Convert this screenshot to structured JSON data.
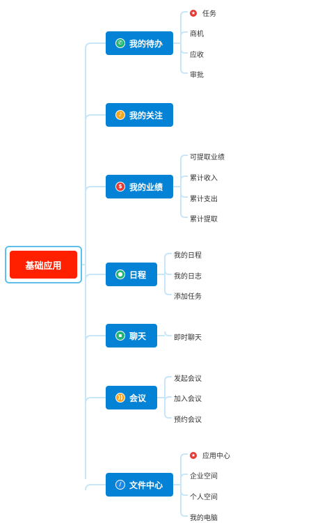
{
  "root": {
    "label": "基础应用",
    "color": "#ff2000"
  },
  "branches": [
    {
      "label": "我的待办",
      "icon": "phone-icon",
      "icon_color": "#22b573",
      "leaves": [
        {
          "label": "任务",
          "starred": true
        },
        {
          "label": "商机"
        },
        {
          "label": "应收"
        },
        {
          "label": "审批"
        }
      ]
    },
    {
      "label": "我的关注",
      "icon": "bell-icon",
      "icon_color": "#f5a623",
      "leaves": []
    },
    {
      "label": "我的业绩",
      "icon": "dollar-icon",
      "icon_color": "#e53935",
      "leaves": [
        {
          "label": "可提取业绩"
        },
        {
          "label": "累计收入"
        },
        {
          "label": "累计支出"
        },
        {
          "label": "累计提取"
        }
      ]
    },
    {
      "label": "日程",
      "icon": "users-icon",
      "icon_color": "#22b573",
      "leaves": [
        {
          "label": "我的日程"
        },
        {
          "label": "我的日志"
        },
        {
          "label": "添加任务"
        }
      ]
    },
    {
      "label": "聊天",
      "icon": "chat-icon",
      "icon_color": "#22b573",
      "leaves": [
        {
          "label": "即时聊天"
        }
      ]
    },
    {
      "label": "会议",
      "icon": "rss-icon",
      "icon_color": "#f5a623",
      "leaves": [
        {
          "label": "发起会议"
        },
        {
          "label": "加入会议"
        },
        {
          "label": "预约会议"
        }
      ]
    },
    {
      "label": "文件中心",
      "icon": "pen-icon",
      "icon_color": "#1e88e5",
      "leaves": [
        {
          "label": "应用中心",
          "starred": true
        },
        {
          "label": "企业空间"
        },
        {
          "label": "个人空间"
        },
        {
          "label": "我的电脑"
        }
      ]
    }
  ],
  "connector_color": "#c9e6f7",
  "branch_color": "#0483d6",
  "star_color": "#e53935"
}
